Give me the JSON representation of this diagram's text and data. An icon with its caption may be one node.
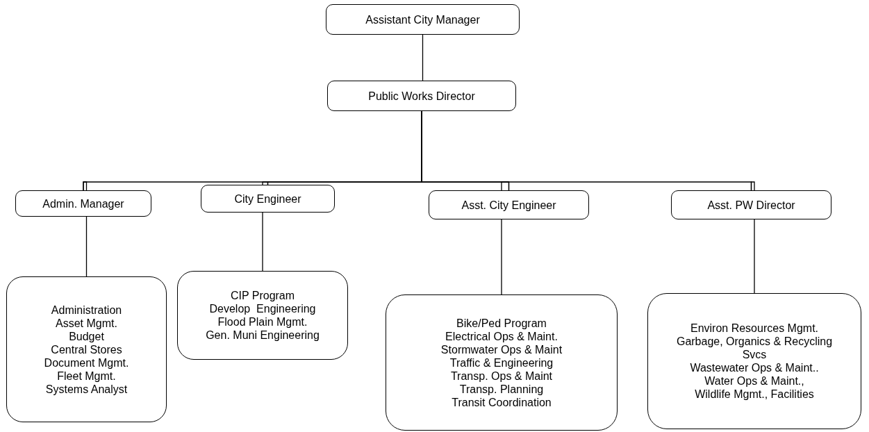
{
  "diagram": {
    "nodes": [
      {
        "text": [
          "Assistant City Manager"
        ]
      },
      {
        "text": [
          "Public Works Director"
        ]
      },
      {
        "text": [
          "Admin. Manager"
        ]
      },
      {
        "text": [
          "City Engineer"
        ]
      },
      {
        "text": [
          "Asst. City Engineer"
        ]
      },
      {
        "text": [
          "Asst. PW Director"
        ]
      },
      {
        "text": [
          "Administration",
          "Asset Mgmt.",
          "Budget",
          "Central Stores",
          "Document Mgmt.",
          "Fleet Mgmt.",
          "Systems Analyst"
        ]
      },
      {
        "text": [
          "CIP Program",
          "Develop  Engineering",
          "Flood Plain Mgmt.",
          "Gen. Muni Engineering"
        ]
      },
      {
        "text": [
          "Bike/Ped Program",
          "Electrical Ops & Maint.",
          "Stormwater Ops & Maint",
          "Traffic & Engineering",
          "Transp. Ops & Maint",
          "Transp. Planning",
          "Transit Coordination"
        ]
      },
      {
        "text": [
          "Environ Resources Mgmt.",
          "Garbage, Organics & Recycling Svcs",
          "Wastewater Ops & Maint..",
          "Water Ops & Maint.,",
          "Wildlife Mgmt., Facilities"
        ]
      }
    ],
    "edges": [
      {
        "from": 0,
        "to": 1,
        "arrow": "none"
      },
      {
        "from": 1,
        "to": 2,
        "arrow": "none"
      },
      {
        "from": 1,
        "to": 3,
        "arrow": "none"
      },
      {
        "from": 1,
        "to": 4,
        "arrow": "none"
      },
      {
        "from": 1,
        "to": 5,
        "arrow": "none"
      },
      {
        "from": 2,
        "to": 6,
        "arrow": "none"
      },
      {
        "from": 3,
        "to": 7,
        "arrow": "none"
      },
      {
        "from": 4,
        "to": 8,
        "arrow": "none"
      },
      {
        "from": 5,
        "to": 9,
        "arrow": "none"
      }
    ]
  }
}
